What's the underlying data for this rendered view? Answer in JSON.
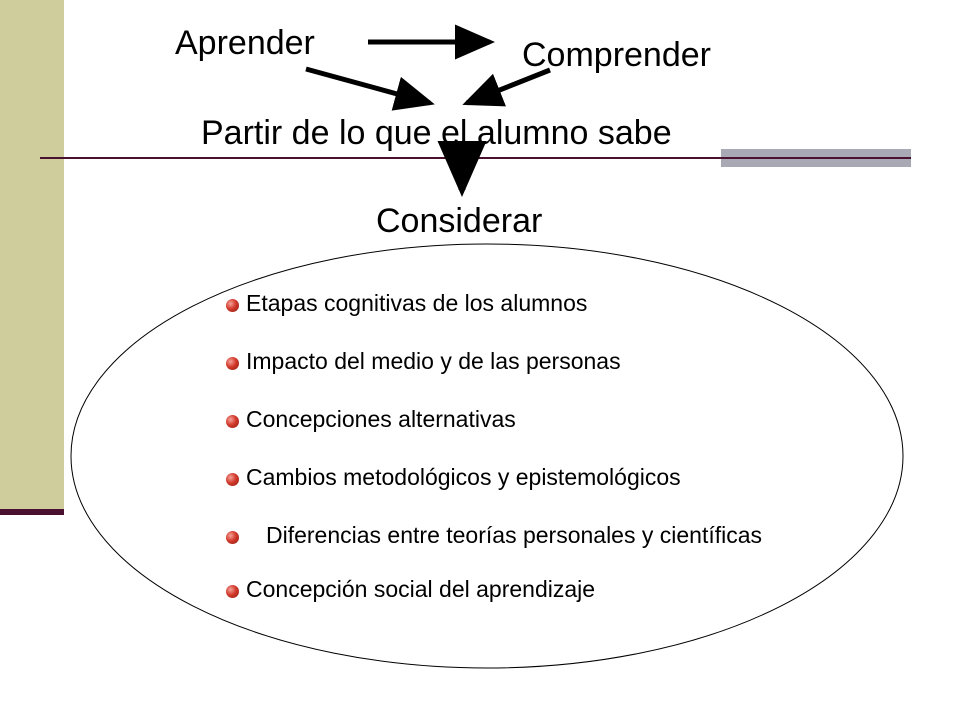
{
  "colors": {
    "sidebar": "#cfcd9c",
    "accent_line": "#4a1030",
    "gray_bar": "#a9a9b5",
    "bullet": "#d33a2c"
  },
  "diagram": {
    "top": {
      "aprender": "Aprender",
      "comprender": "Comprender"
    },
    "center": "Partir de lo que el alumno sabe",
    "consider": "Considerar",
    "items": [
      "Etapas cognitivas de los alumnos",
      "Impacto del medio y de las personas",
      "Concepciones alternativas",
      "Cambios metodológicos  y epistemológicos",
      "Diferencias entre teorías personales  y científicas",
      "Concepción social del aprendizaje"
    ]
  }
}
